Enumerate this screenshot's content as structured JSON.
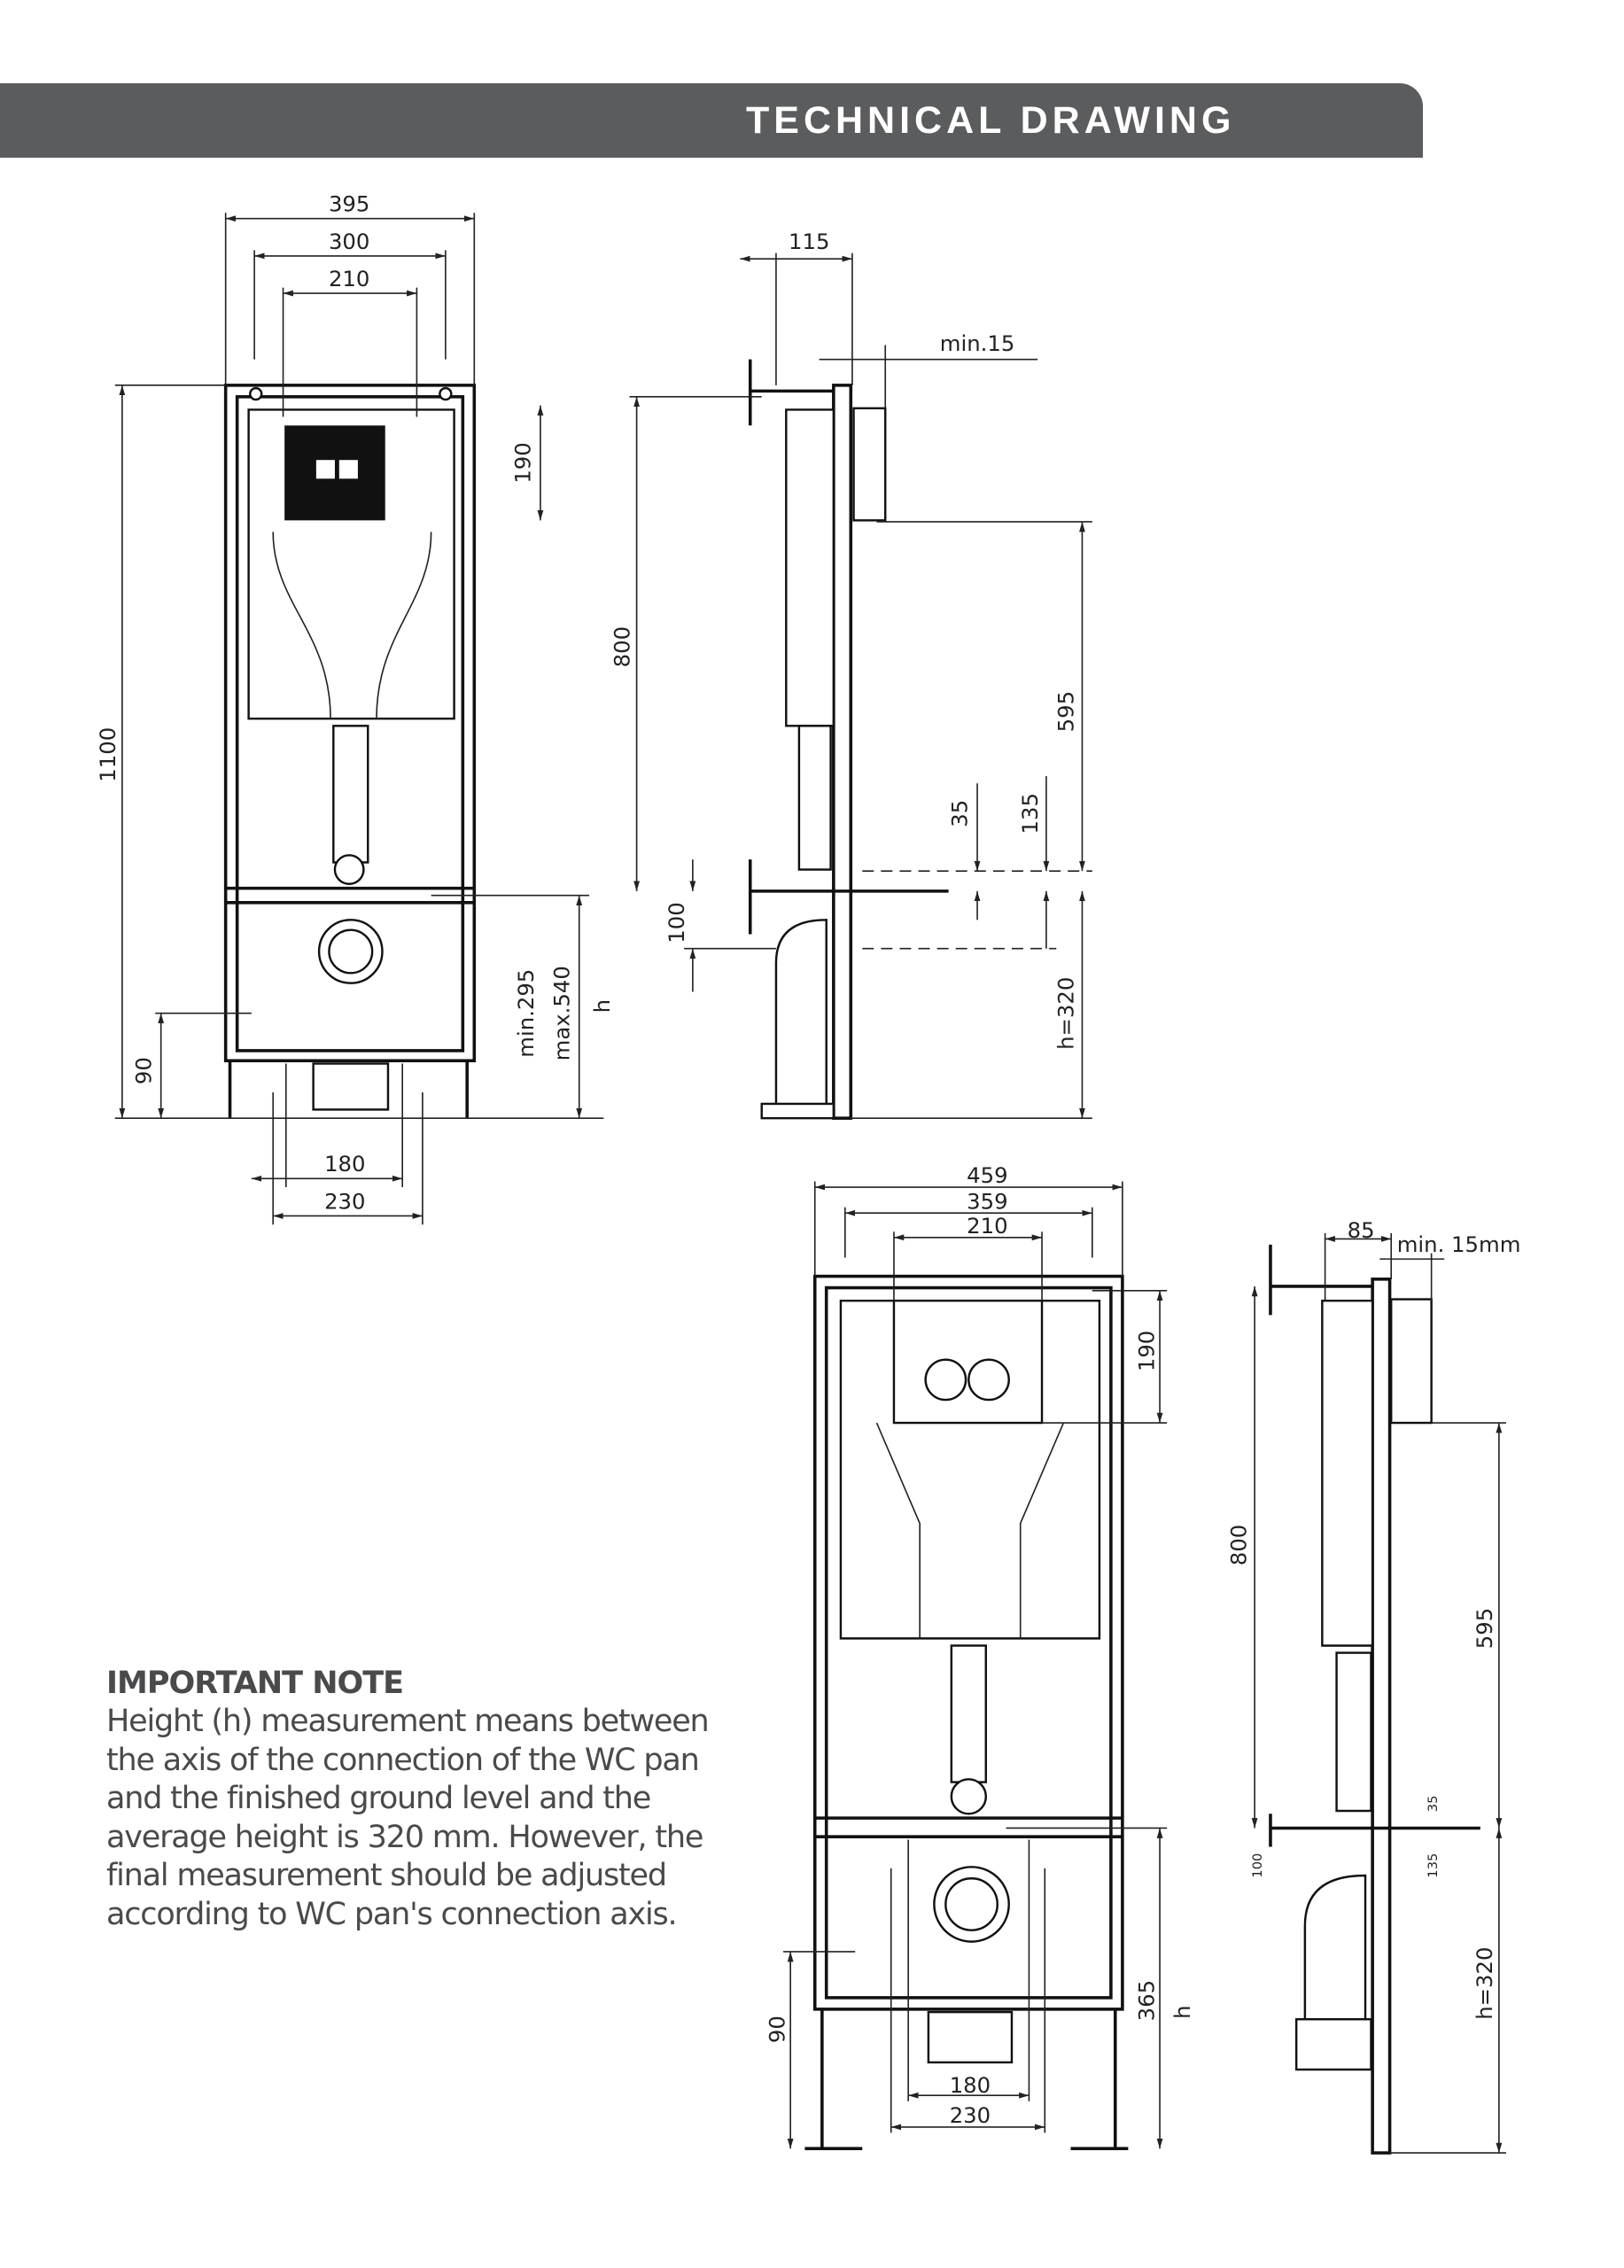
{
  "header": {
    "title": "TECHNICAL DRAWING"
  },
  "note": {
    "title": "IMPORTANT NOTE",
    "lines": [
      "Height (h) measurement means between",
      "the axis of the connection of the WC pan",
      "and the finished ground level and the",
      "average height is 320 mm. However, the",
      "final measurement should be adjusted",
      "according to WC pan's connection axis."
    ]
  },
  "front_view_1": {
    "w395": "395",
    "w300": "300",
    "w210": "210",
    "h190": "190",
    "h1100": "1100",
    "h90": "90",
    "min295": "min.295",
    "max540": "max.540",
    "h": "h",
    "w180": "180",
    "w230": "230"
  },
  "side_view_1": {
    "d115": "115",
    "min15": "min.15",
    "h800": "800",
    "h595": "595",
    "h35": "35",
    "h135": "135",
    "h100": "100",
    "h320": "h=320"
  },
  "front_view_2": {
    "w459": "459",
    "w359": "359",
    "w210": "210",
    "h190": "190",
    "h90": "90",
    "h365": "365",
    "h": "h",
    "w180": "180",
    "w230": "230"
  },
  "side_view_2": {
    "d85": "85",
    "min15": "min. 15mm",
    "h800": "800",
    "h595": "595",
    "h35": "35",
    "h135": "135",
    "h100": "100",
    "h320": "h=320"
  }
}
